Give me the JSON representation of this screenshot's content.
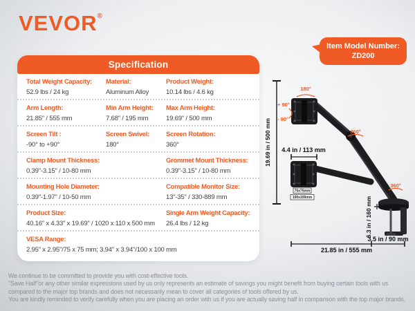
{
  "colors": {
    "accent": "#f05a24",
    "value_text": "#3f4042",
    "footer_text": "#8a9097"
  },
  "brand": {
    "logo": "VEVOR",
    "reg": "®"
  },
  "badge": {
    "line1": "Item Model Number:",
    "line2": "ZD200"
  },
  "spec": {
    "title": "Specification",
    "rows": [
      {
        "cells": [
          {
            "label": "Total Weight Capacity:",
            "value": "52.9 lbs / 24 kg"
          },
          {
            "label": "Material:",
            "value": "Aluminum Alloy"
          },
          {
            "label": "Product Weight:",
            "value": "10.14 lbs / 4.6 kg"
          }
        ]
      },
      {
        "cells": [
          {
            "label": "Arm Length:",
            "value": "21.85\" / 555 mm"
          },
          {
            "label": "Min Arm Height:",
            "value": "7.68\" / 195 mm"
          },
          {
            "label": "Max Arm Height:",
            "value": "19.69\" / 500 mm"
          }
        ]
      },
      {
        "cells": [
          {
            "label": "Screen Tilt :",
            "value": "-90° to +90°"
          },
          {
            "label": "Screen Swivel:",
            "value": "180°"
          },
          {
            "label": "Screen Rotation:",
            "value": "360°"
          }
        ]
      },
      {
        "cells": [
          {
            "label": "Clamp Mount Thickness:",
            "value": "0.39\"-3.15\" / 10-80 mm"
          },
          {
            "label": "Grommet Mount Thickness:",
            "value": "0.39\"-3.15\" / 10-80 mm"
          }
        ]
      },
      {
        "cells": [
          {
            "label": "Mounting Hole Diameter:",
            "value": "0.39\"-1.97\" / 10-50 mm"
          },
          {
            "label": "Compatible Monitor Size:",
            "value": "13\"-35\" / 330-889 mm"
          }
        ]
      },
      {
        "cells": [
          {
            "label": "Product Size:",
            "value": "40.16\" x 4.33\" x 19.69\" / 1020 x 110 x 500 mm"
          },
          {
            "label": "Single Arm Weight Capacity:",
            "value": "26.4 lbs / 12 kg"
          }
        ]
      },
      {
        "cells": [
          {
            "label": "VESA Range:",
            "value": "2.95\" x 2.95\"/75 x 75 mm; 3.94\" x 3.94\"/100 x 100 mm"
          }
        ]
      }
    ]
  },
  "diagram": {
    "rot_top": "180°",
    "tilt_up": "+ 90°",
    "tilt_down": "- 90°",
    "rot_arm": "360°",
    "rot_pole": "360°",
    "dim_vesa_width": "4.4 in / 113 mm",
    "dim_height": "19.69 in / 500 mm",
    "dim_clamp": "6.3 in / 160 mm",
    "dim_base": "3.5 in / 90 mm",
    "dim_length": "21.85 in / 555 mm",
    "vesa_75": "75x75mm",
    "vesa_100": "100x100mm"
  },
  "footer": {
    "lines": [
      "We continue to be committed to provide you with cost-effective tools.",
      "\"Save Half\"or any other similar expressions used by us only represents an estimate of savings you might benefit from buying certain tools with us",
      "compared to the major top brands and does not necessarily mean to cover all categories of tools offered by us.",
      "You are kindly reminded to verify carefully when you are placing an order with us if you are actually saving half in comparison with the top major brands."
    ]
  }
}
